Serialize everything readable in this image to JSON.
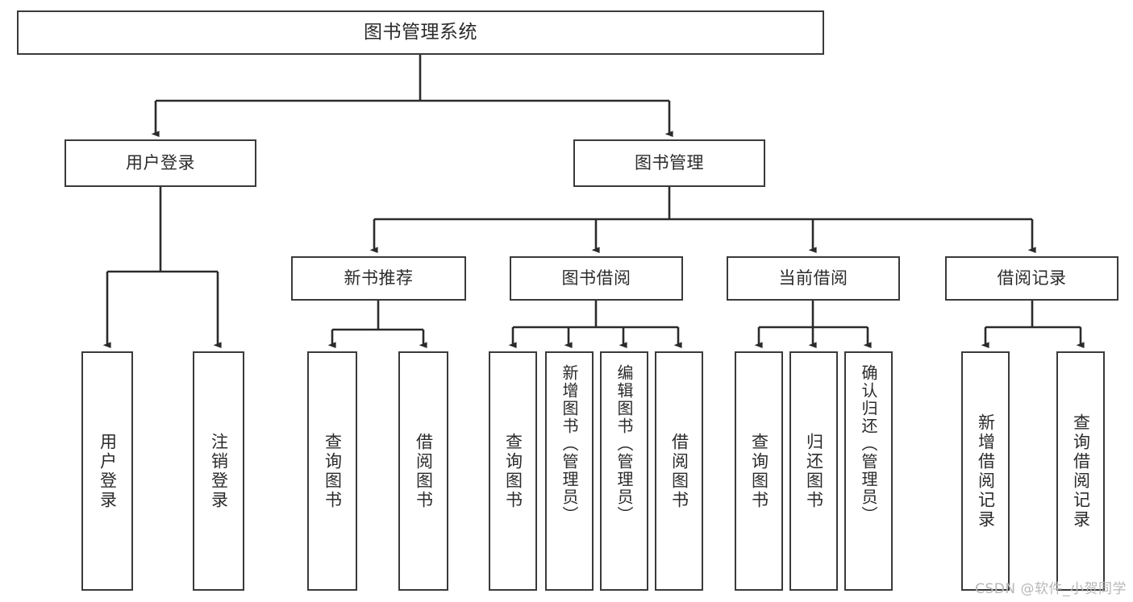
{
  "diagram": {
    "title": "图书管理系统",
    "type": "hierarchy-tree",
    "watermark": "CSDN @软件_小贺同学",
    "colors": {
      "box_border": "#3a3a3a",
      "box_fill": "#ffffff",
      "connector": "#2b2b2b",
      "text": "#2b2b2b",
      "watermark": "#b8b8b8",
      "background": "#ffffff"
    },
    "root": {
      "label": "图书管理系统"
    },
    "level1": [
      {
        "id": "user-login",
        "label": "用户登录"
      },
      {
        "id": "book-manage",
        "label": "图书管理"
      }
    ],
    "level2": [
      {
        "id": "new-book-recommend",
        "label": "新书推荐",
        "parent": "book-manage"
      },
      {
        "id": "book-borrow",
        "label": "图书借阅",
        "parent": "book-manage"
      },
      {
        "id": "current-borrow",
        "label": "当前借阅",
        "parent": "book-manage"
      },
      {
        "id": "borrow-record",
        "label": "借阅记录",
        "parent": "book-manage"
      }
    ],
    "leaves": {
      "user-login": [
        {
          "id": "leaf-user-login",
          "label": "用户登录"
        },
        {
          "id": "leaf-logout",
          "label": "注销登录"
        }
      ],
      "new-book-recommend": [
        {
          "id": "leaf-query-book-1",
          "label": "查询图书"
        },
        {
          "id": "leaf-borrow-book-1",
          "label": "借阅图书"
        }
      ],
      "book-borrow": [
        {
          "id": "leaf-query-book-2",
          "label": "查询图书"
        },
        {
          "id": "leaf-add-book",
          "label": "新增图书（管理员）"
        },
        {
          "id": "leaf-edit-book",
          "label": "编辑图书（管理员）"
        },
        {
          "id": "leaf-borrow-book-2",
          "label": "借阅图书"
        }
      ],
      "current-borrow": [
        {
          "id": "leaf-query-book-3",
          "label": "查询图书"
        },
        {
          "id": "leaf-return-book",
          "label": "归还图书"
        },
        {
          "id": "leaf-confirm-return",
          "label": "确认归还（管理员）"
        }
      ],
      "borrow-record": [
        {
          "id": "leaf-add-record",
          "label": "新增借阅记录"
        },
        {
          "id": "leaf-query-record",
          "label": "查询借阅记录"
        }
      ]
    }
  }
}
